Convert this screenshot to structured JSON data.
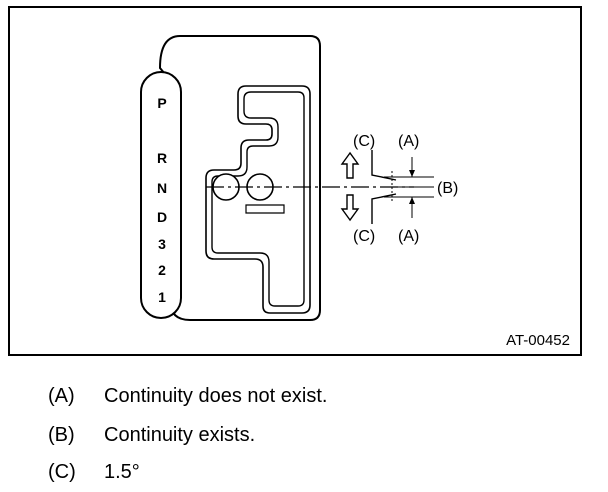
{
  "figure": {
    "reference_code": "AT-00452",
    "gear_positions": [
      "P",
      "R",
      "N",
      "D",
      "3",
      "2",
      "1"
    ],
    "callouts": {
      "c_top": "(C)",
      "a_top": "(A)",
      "b": "(B)",
      "c_bottom": "(C)",
      "a_bottom": "(A)"
    }
  },
  "legend": [
    {
      "key": "(A)",
      "text": "Continuity does not exist."
    },
    {
      "key": "(B)",
      "text": "Continuity exists."
    },
    {
      "key": "(C)",
      "text": "1.5°"
    }
  ]
}
